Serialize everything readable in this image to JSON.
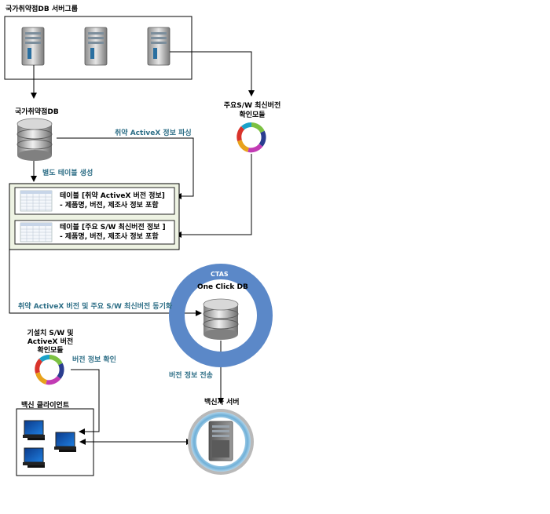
{
  "server_group": {
    "title": "국가취약점DB 서버그룹"
  },
  "national_db": {
    "title": "국가취약점DB"
  },
  "sw_check_module": {
    "line1": "주요S/W 최신버전",
    "line2": "확인모듈"
  },
  "edge_labels": {
    "parse_activex": "취약 ActiveX 정보 파싱",
    "create_table": "별도 테이블 생성",
    "sync": "취약 ActiveX 버전 및 주요 S/W 최신버전 동기화",
    "version_check": "버전 정보 확인",
    "version_send": "버전 정보 전송"
  },
  "table1": {
    "line1": "테이블 [취약 ActiveX 버전 정보]",
    "line2": "- 제품명, 버전, 제조사 정보 포함"
  },
  "table2": {
    "line1": "테이블 [주요 S/W 최신버전 정보 ]",
    "line2": "- 제품명, 버전, 제조사 정보 포함"
  },
  "ctas": {
    "label": "CTAS",
    "db_label": "One Click DB"
  },
  "installed_module": {
    "line1": "기설치 S/W 및",
    "line2": "ActiveX 버전",
    "line3": "확인모듈"
  },
  "vaccine_client": {
    "title": "백신 클라이언트"
  },
  "vaccine_server": {
    "title": "백신사 서버"
  }
}
